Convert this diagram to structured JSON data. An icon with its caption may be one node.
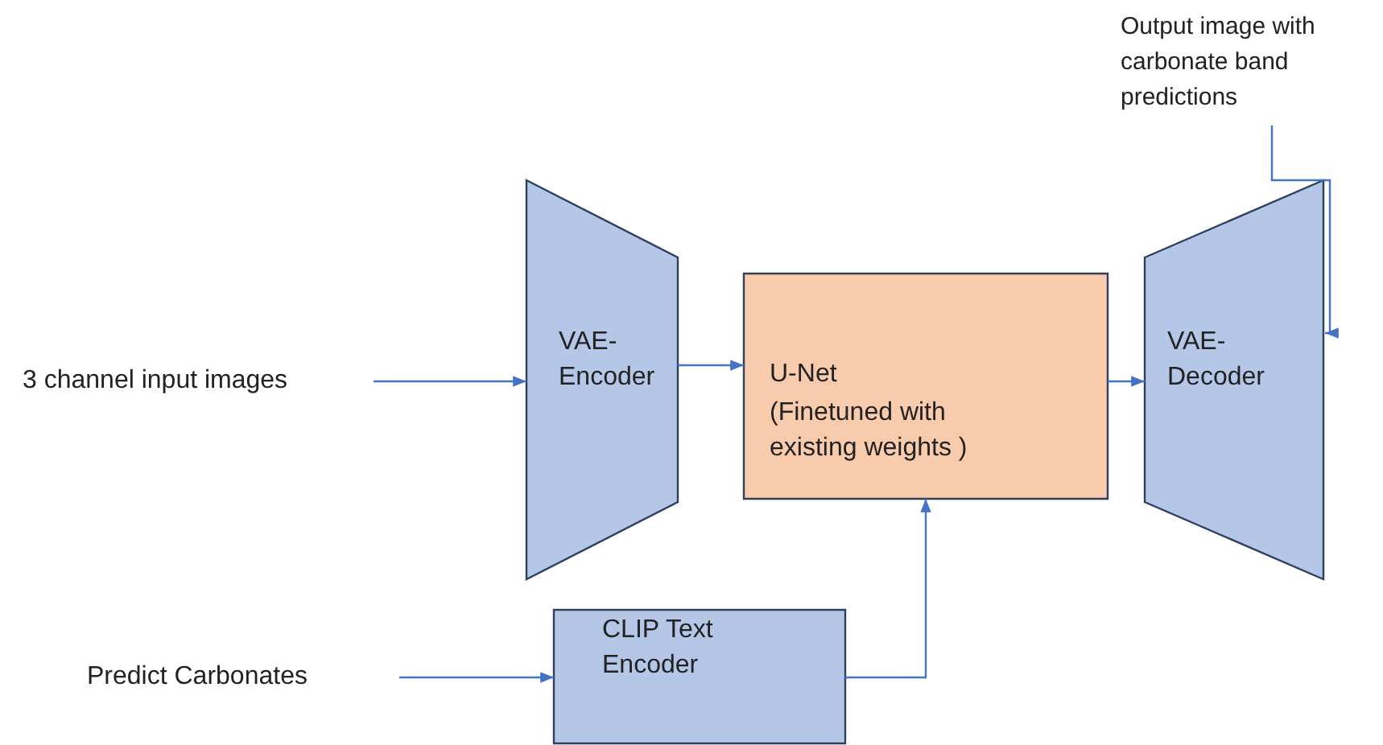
{
  "diagram": {
    "nodes": [
      {
        "text": [
          "3 channel input images"
        ]
      },
      {
        "text": [
          "VAE- Encoder"
        ]
      },
      {
        "text": [
          "U-Net",
          "(Finetuned with existing weights )"
        ]
      },
      {
        "text": [
          "VAE- Decoder"
        ]
      },
      {
        "text": [
          "Output image with carbonate band predictions"
        ]
      },
      {
        "text": [
          "Predict Carbonates"
        ]
      },
      {
        "text": [
          "CLIP Text Encoder"
        ]
      }
    ],
    "edges": [
      {
        "from": 0,
        "to": 1,
        "arrow": "to"
      },
      {
        "from": 1,
        "to": 2,
        "arrow": "to"
      },
      {
        "from": 2,
        "to": 3,
        "arrow": "to"
      },
      {
        "from": 5,
        "to": 6,
        "arrow": "to"
      },
      {
        "from": 6,
        "to": 2,
        "arrow": "to"
      },
      {
        "from": 4,
        "to": 3,
        "arrow": "to"
      }
    ]
  }
}
